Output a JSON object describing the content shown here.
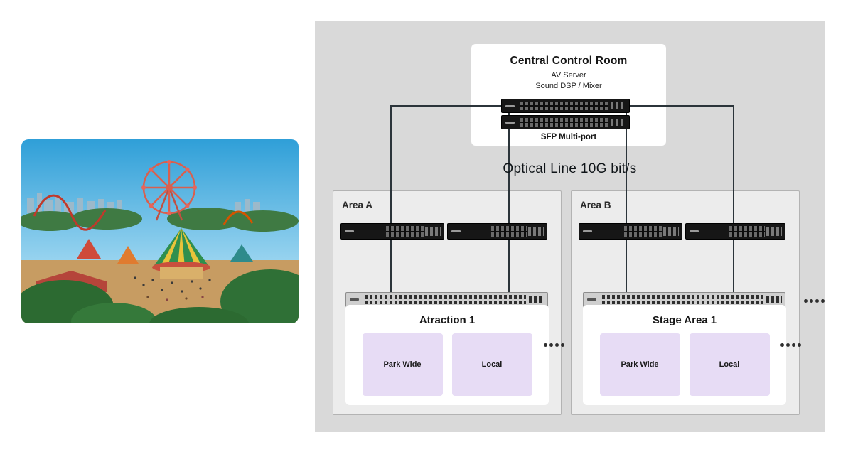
{
  "diagram": {
    "central": {
      "title": "Central Control Room",
      "subtitle1": "AV Server",
      "subtitle2": "Sound DSP / Mixer",
      "switch_caption": "SFP Multi-port"
    },
    "optical_label": "Optical Line 10G bit/s",
    "areas": [
      {
        "label": "Area A",
        "unit_title": "Atraction 1",
        "zones": [
          "Park Wide",
          "Local"
        ]
      },
      {
        "label": "Area B",
        "unit_title": "Stage Area 1",
        "zones": [
          "Park Wide",
          "Local"
        ]
      }
    ],
    "colors": {
      "panel_background": "#d9d9d9",
      "area_background": "#ececec",
      "zone_background": "#e7dcf5",
      "connection_line": "#2b343a"
    }
  }
}
